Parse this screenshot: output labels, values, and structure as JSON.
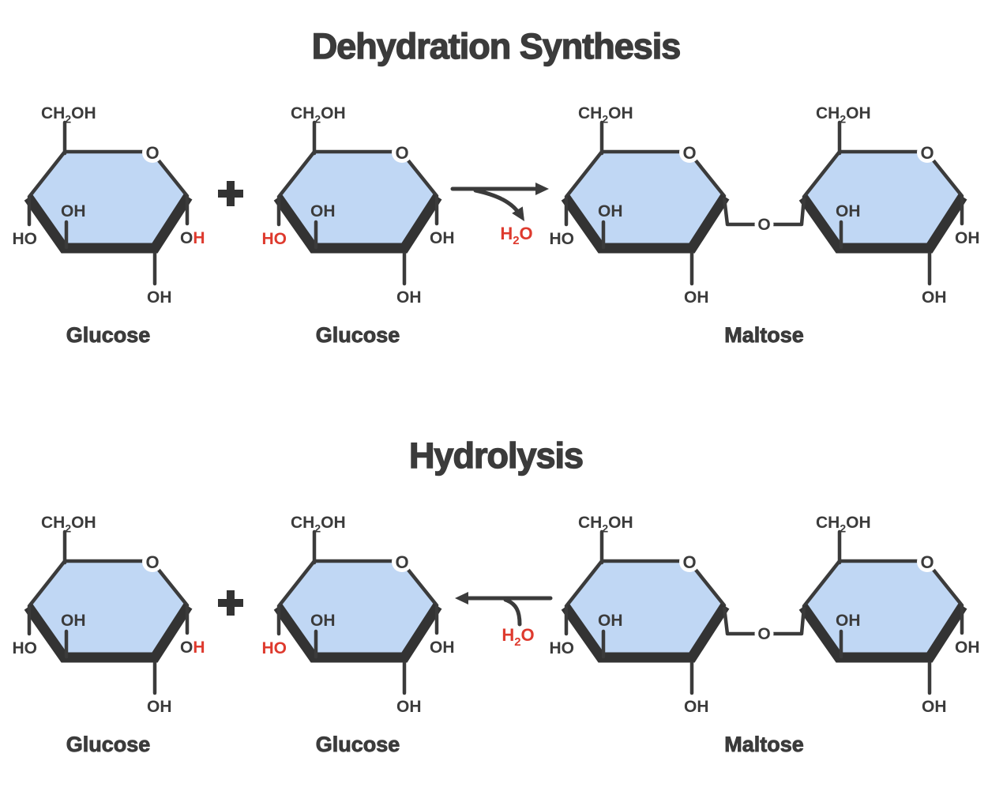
{
  "background": "#ffffff",
  "colors": {
    "ring_fill": "#c0d7f4",
    "stroke": "#3b3b3b",
    "front_edge": "#333333",
    "red": "#de3a2e",
    "title": "#3b3b3b"
  },
  "sections": [
    {
      "title": "Dehydration Synthesis",
      "arrow_direction": "right",
      "water_label": "H₂O",
      "plus_sign": "+",
      "molecules": [
        {
          "name": "Glucose",
          "rings": [
            {
              "top_label": "CH₂OH",
              "ring_oxygen": "O",
              "inner_label": "OH",
              "bottom_label": "OH",
              "left_label": {
                "text": "HO"
              },
              "right_label": {
                "text": "OH",
                "red_part": "H"
              }
            }
          ]
        },
        {
          "name": "Glucose",
          "rings": [
            {
              "top_label": "CH₂OH",
              "ring_oxygen": "O",
              "inner_label": "OH",
              "bottom_label": "OH",
              "left_label": {
                "text": "HO",
                "red_part": "HO"
              },
              "right_label": {
                "text": "OH"
              }
            }
          ]
        },
        {
          "name": "Maltose",
          "bridge_oxygen": "O",
          "rings": [
            {
              "top_label": "CH₂OH",
              "ring_oxygen": "O",
              "inner_label": "OH",
              "bottom_label": "OH",
              "left_label": {
                "text": "HO"
              }
            },
            {
              "top_label": "CH₂OH",
              "ring_oxygen": "O",
              "inner_label": "OH",
              "bottom_label": "OH",
              "right_label": {
                "text": "OH"
              }
            }
          ]
        }
      ]
    },
    {
      "title": "Hydrolysis",
      "arrow_direction": "left",
      "water_label": "H₂O",
      "plus_sign": "+",
      "molecules": [
        {
          "name": "Glucose",
          "rings": [
            {
              "top_label": "CH₂OH",
              "ring_oxygen": "O",
              "inner_label": "OH",
              "bottom_label": "OH",
              "left_label": {
                "text": "HO"
              },
              "right_label": {
                "text": "OH",
                "red_part": "H"
              }
            }
          ]
        },
        {
          "name": "Glucose",
          "rings": [
            {
              "top_label": "CH₂OH",
              "ring_oxygen": "O",
              "inner_label": "OH",
              "bottom_label": "OH",
              "left_label": {
                "text": "HO",
                "red_part": "HO"
              },
              "right_label": {
                "text": "OH"
              }
            }
          ]
        },
        {
          "name": "Maltose",
          "bridge_oxygen": "O",
          "rings": [
            {
              "top_label": "CH₂OH",
              "ring_oxygen": "O",
              "inner_label": "OH",
              "bottom_label": "OH",
              "left_label": {
                "text": "HO"
              }
            },
            {
              "top_label": "CH₂OH",
              "ring_oxygen": "O",
              "inner_label": "OH",
              "bottom_label": "OH",
              "right_label": {
                "text": "OH"
              }
            }
          ]
        }
      ]
    }
  ]
}
